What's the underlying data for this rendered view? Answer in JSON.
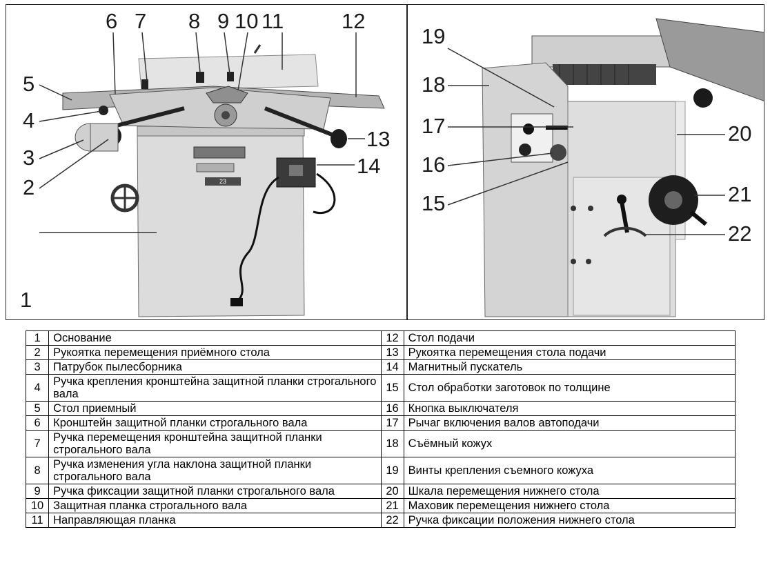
{
  "callouts_left": [
    "1",
    "2",
    "3",
    "4",
    "5",
    "6",
    "7",
    "8",
    "9",
    "10",
    "11",
    "12",
    "13",
    "14"
  ],
  "callouts_right": [
    "15",
    "16",
    "17",
    "18",
    "19",
    "20",
    "21",
    "22"
  ],
  "panel_label": "23",
  "legend": {
    "rows": [
      {
        "left_num": "1",
        "left_text": "Основание",
        "right_num": "12",
        "right_text": "Стол подачи"
      },
      {
        "left_num": "2",
        "left_text": "Рукоятка перемещения приёмного стола",
        "right_num": "13",
        "right_text": "Рукоятка перемещения стола подачи"
      },
      {
        "left_num": "3",
        "left_text": "Патрубок пылесборника",
        "right_num": "14",
        "right_text": "Магнитный пускатель"
      },
      {
        "left_num": "4",
        "left_text": "Ручка крепления кронштейна защитной планки строгального вала",
        "right_num": "15",
        "right_text": "Стол обработки заготовок по толщине"
      },
      {
        "left_num": "5",
        "left_text": "Стол приемный",
        "right_num": "16",
        "right_text": "Кнопка выключателя"
      },
      {
        "left_num": "6",
        "left_text": "Кронштейн защитной планки строгального вала",
        "right_num": "17",
        "right_text": "Рычаг включения валов автоподачи"
      },
      {
        "left_num": "7",
        "left_text": "Ручка перемещения кронштейна защитной планки строгального вала",
        "right_num": "18",
        "right_text": "Съёмный кожух"
      },
      {
        "left_num": "8",
        "left_text": "Ручка изменения угла наклона защитной планки строгального вала",
        "right_num": "19",
        "right_text": "Винты крепления съемного кожуха"
      },
      {
        "left_num": "9",
        "left_text": "Ручка фиксации защитной планки строгального вала",
        "right_num": "20",
        "right_text": "Шкала перемещения нижнего стола"
      },
      {
        "left_num": "10",
        "left_text": "Защитная планка строгального вала",
        "right_num": "21",
        "right_text": "Маховик перемещения нижнего стола"
      },
      {
        "left_num": "11",
        "left_text": "Направляющая планка",
        "right_num": "22",
        "right_text": "Ручка фиксации положения нижнего стола"
      }
    ]
  }
}
